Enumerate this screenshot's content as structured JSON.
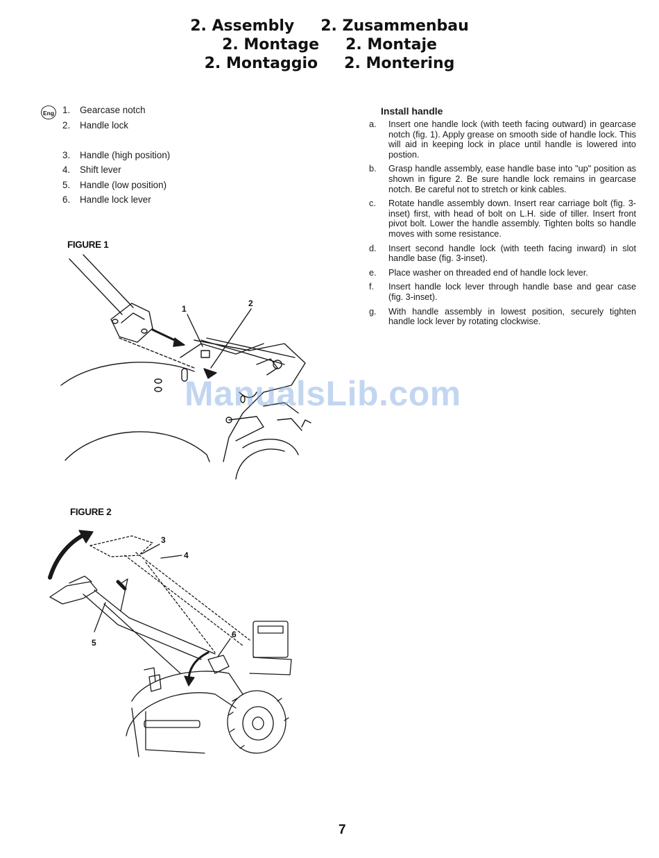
{
  "titles": [
    [
      "2. Assembly",
      "2. Zusammenbau"
    ],
    [
      "2. Montage",
      "2. Montaje"
    ],
    [
      "2. Montaggio",
      "2. Montering"
    ]
  ],
  "language_badge": "Eng",
  "parts": [
    {
      "num": "1.",
      "label": "Gearcase notch"
    },
    {
      "num": "2.",
      "label": "Handle lock"
    },
    {
      "num": "3.",
      "label": "Handle (high position)"
    },
    {
      "num": "4.",
      "label": "Shift lever"
    },
    {
      "num": "5.",
      "label": "Handle (low position)"
    },
    {
      "num": "6.",
      "label": "Handle lock lever"
    }
  ],
  "figures": {
    "figure1": {
      "label": "FIGURE 1",
      "callouts": [
        "1",
        "2"
      ]
    },
    "figure2": {
      "label": "FIGURE 2",
      "callouts": [
        "3",
        "4",
        "5",
        "6"
      ]
    }
  },
  "instructions": {
    "heading": "Install handle",
    "steps": [
      {
        "letter": "a.",
        "text": "Insert one handle lock (with teeth facing outward) in gearcase notch (fig. 1). Apply grease on smooth side of handle lock. This will aid in keeping lock in place until handle is lowered into postion."
      },
      {
        "letter": "b.",
        "text": "Grasp handle assembly, ease handle base into \"up\" position as shown in figure 2. Be sure handle lock remains in gearcase notch. Be careful not to stretch or kink cables."
      },
      {
        "letter": "c.",
        "text": "Rotate handle assembly down. Insert rear carriage bolt (fig. 3-inset) first, with head of bolt on L.H. side of tiller. Insert front pivot bolt. Lower the handle assembly. Tighten bolts so handle moves with some resistance."
      },
      {
        "letter": "d.",
        "text": "Insert second handle lock (with teeth facing inward) in slot handle base (fig. 3-inset)."
      },
      {
        "letter": "e.",
        "text": "Place washer on threaded end of handle lock lever."
      },
      {
        "letter": "f.",
        "text": "Insert handle lock lever through handle base and gear case (fig. 3-inset)."
      },
      {
        "letter": "g.",
        "text": "With handle assembly in lowest position, securely tighten handle lock lever by rotating clockwise."
      }
    ]
  },
  "watermark": "ManualsLib.com",
  "page_number": "7"
}
